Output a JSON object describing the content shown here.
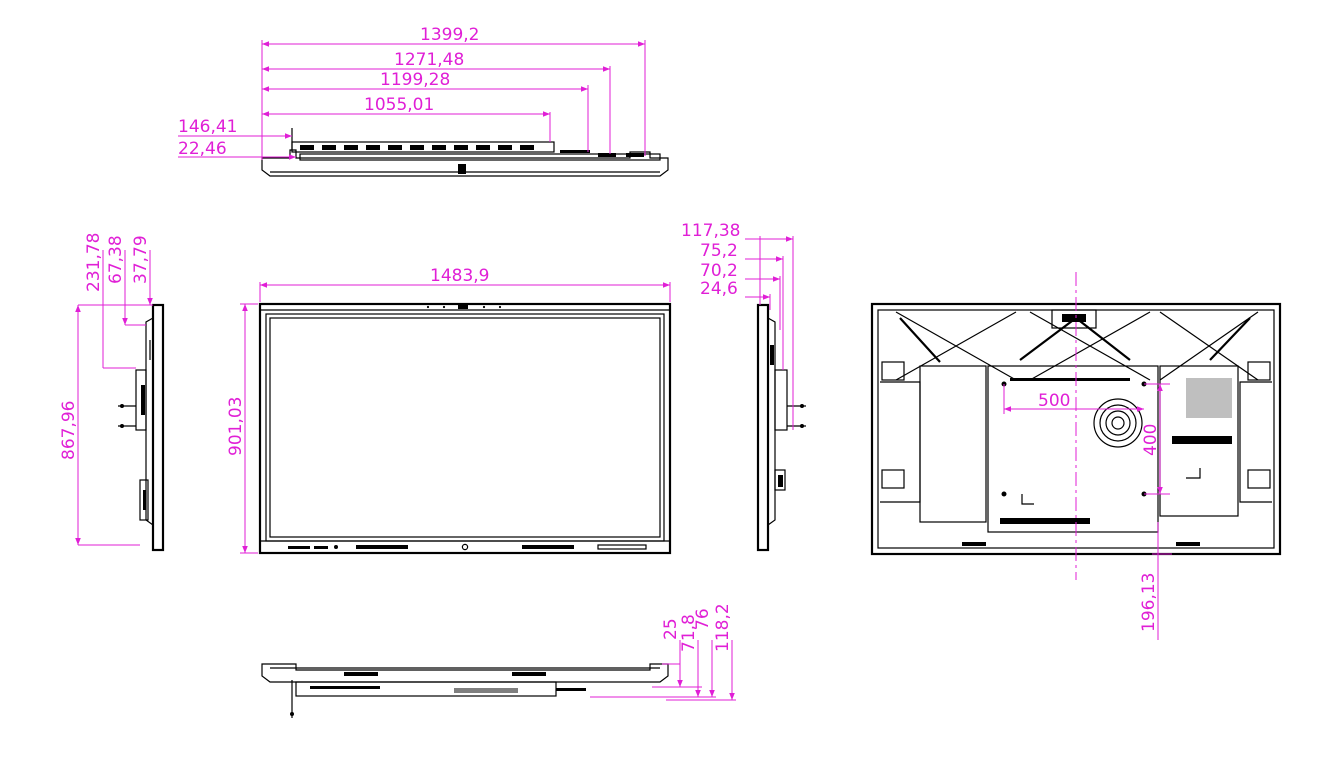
{
  "colors": {
    "dimension": "#e01fd6",
    "line": "#000000",
    "background": "#ffffff"
  },
  "top_view": {
    "dims": [
      "1399,2",
      "1271,48",
      "1199,28",
      "1055,01",
      "146,41",
      "22,46"
    ]
  },
  "left_side_view": {
    "dims": [
      "231,78",
      "67,38",
      "37,79",
      "867,96"
    ]
  },
  "front_view": {
    "dims": [
      "1483,9",
      "901,03"
    ]
  },
  "right_side_view": {
    "dims": [
      "117,38",
      "75,2",
      "70,2",
      "24,6"
    ]
  },
  "rear_view": {
    "dims": [
      "500",
      "400",
      "196,13"
    ]
  },
  "bottom_view": {
    "dims": [
      "25",
      "71,8",
      "76",
      "118,2"
    ]
  }
}
